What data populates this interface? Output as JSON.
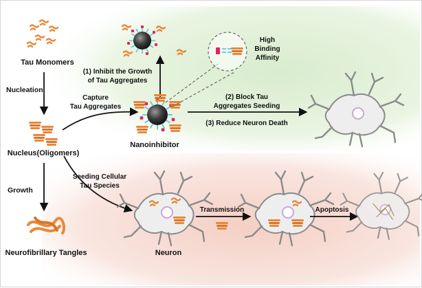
{
  "labels": {
    "tau_monomers": "Tau Monomers",
    "nucleation": "Nucleation",
    "nucleus": "Nucleus(Oligomers)",
    "growth": "Growth",
    "tangles": "Neurofibrillary Tangles",
    "capture_l1": "Capture",
    "capture_l2": "Tau Aggregates",
    "inhibit_l1": "(1) Inhibit the Growth",
    "inhibit_l2": "of Tau Aggregates",
    "high_l1": "High",
    "high_l2": "Binding",
    "high_l3": "Affinity",
    "nanoinhibitor": "Nanoinhibitor",
    "block_l1": "(2) Block Tau",
    "block_l2": "Aggregates Seeding",
    "reduce": "(3) Reduce Neuron Death",
    "seeding_l1": "Seeding Cellular",
    "seeding_l2": "Tau Species",
    "neuron": "Neuron",
    "transmission": "Transmission",
    "apoptosis": "Apoptosis"
  },
  "colors": {
    "green_zone": "#e3f1dc",
    "red_zone": "#f7ddd5",
    "tau": "#e8883a",
    "tau_dark": "#c96520",
    "neuron_fill": "#eeeeee",
    "neuron_stroke": "#8a8a8a",
    "nucleus_ring": "#c9a6d8",
    "core": "#3a3a3a",
    "shell": "#4fc3e0",
    "ligand": "#e0245e"
  },
  "icons": [
    "nanoparticle-icon",
    "neuron-icon",
    "tau-fibril-icon",
    "arrow-icon"
  ]
}
